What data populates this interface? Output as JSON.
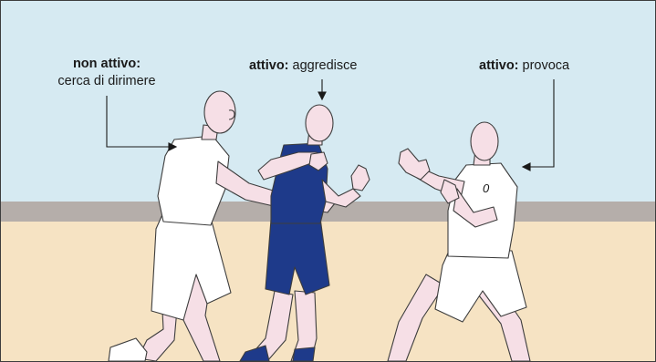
{
  "labels": {
    "left": {
      "title": "non attivo:",
      "text": "cerca di dirimere"
    },
    "middle": {
      "title": "attivo:",
      "text": "aggredisce"
    },
    "right": {
      "title": "attivo:",
      "text": "provoca"
    }
  },
  "jersey_number": "0",
  "colors": {
    "sky": "#d6eaf2",
    "floor": "#f6e3c3",
    "wall_band": "#b5aeaa",
    "skin": "#f6dfe6",
    "white_kit": "#ffffff",
    "blue_kit": "#1e3a8a",
    "outline": "#3d3d3d"
  }
}
